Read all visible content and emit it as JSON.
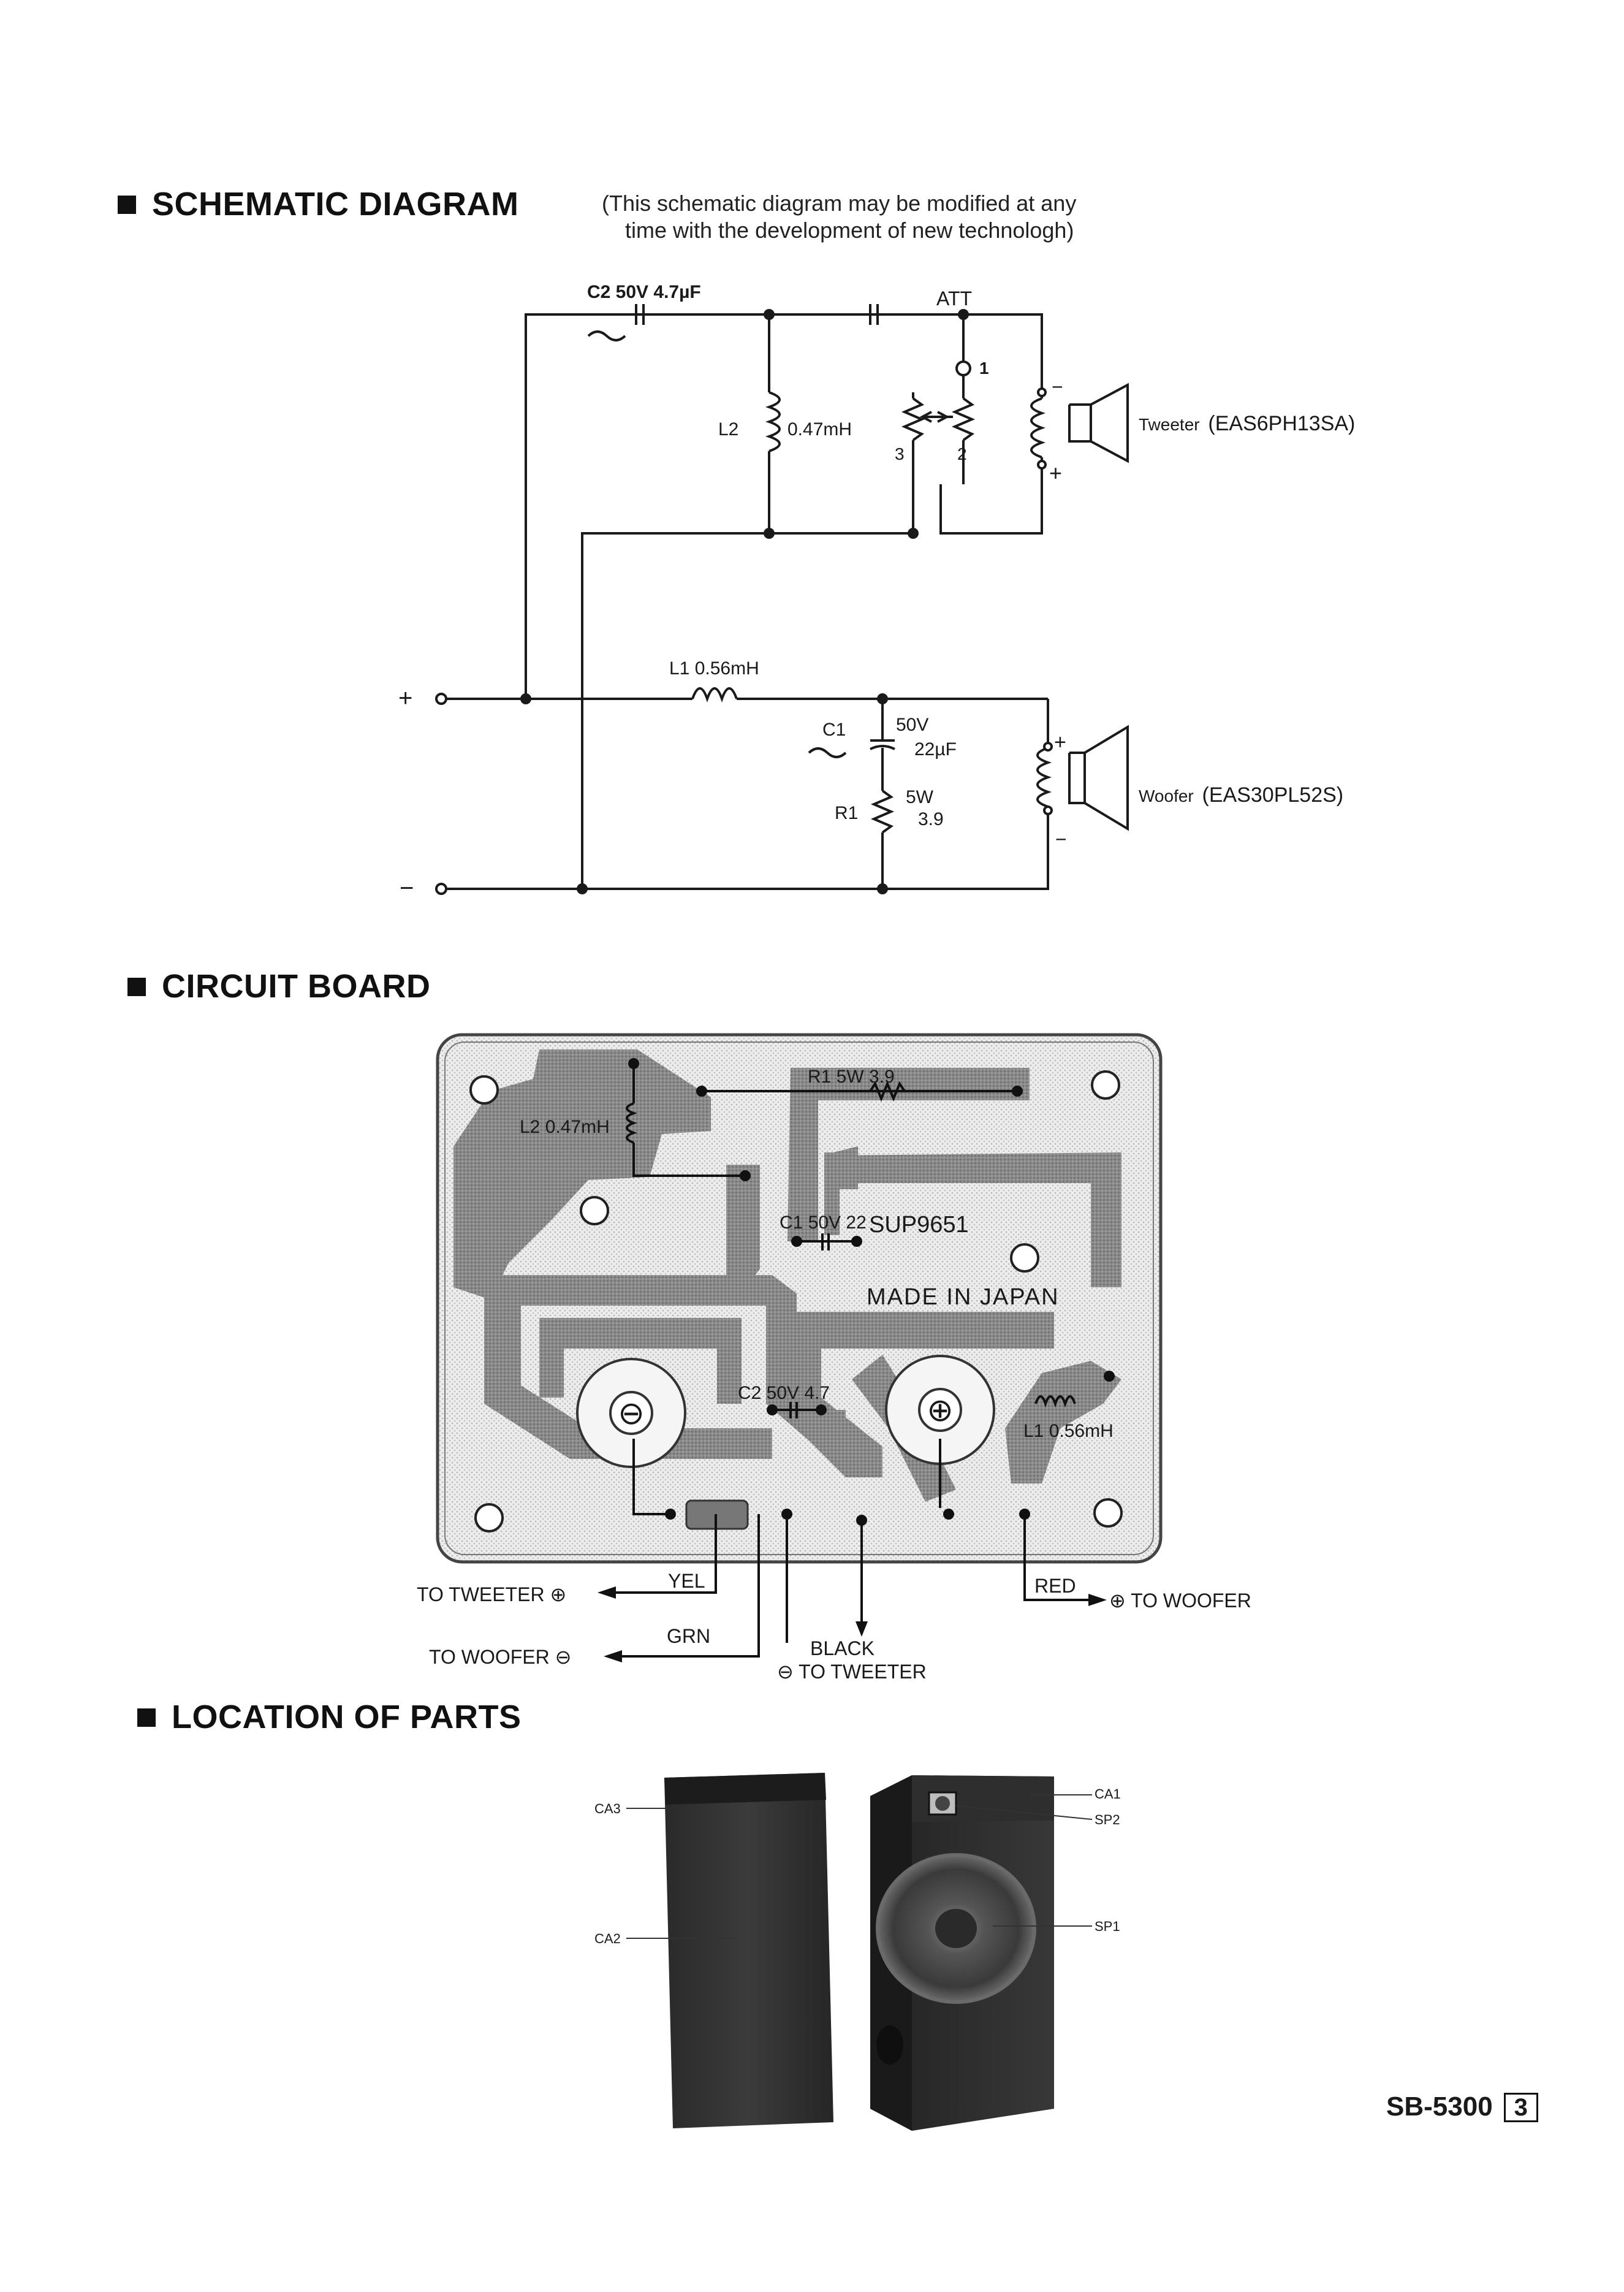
{
  "sections": {
    "schematic": {
      "title": "SCHEMATIC DIAGRAM",
      "note_line1": "(This schematic diagram may be modified at any",
      "note_line2": "time with the development of new technologh)"
    },
    "circuit_board": {
      "title": "CIRCUIT BOARD"
    },
    "location": {
      "title": "LOCATION OF PARTS"
    }
  },
  "schematic": {
    "c2_label": "C2 50V 4.7µF",
    "att_label": "ATT",
    "l2_name": "L2",
    "l2_value": "0.47mH",
    "att_pin1": "1",
    "att_pin2": "2",
    "att_pin3": "3",
    "tweeter_label": "Tweeter",
    "tweeter_part": "(EAS6PH13SA)",
    "l1_label": "L1 0.56mH",
    "c1_name": "C1",
    "c1_voltage": "50V",
    "c1_value": "22µF",
    "r1_name": "R1",
    "r1_power": "5W",
    "r1_value": "3.9",
    "woofer_label": "Woofer",
    "woofer_part": "(EAS30PL52S)",
    "plus": "+",
    "minus": "−",
    "tw_minus": "−",
    "tw_plus": "+",
    "wf_plus": "+",
    "wf_minus": "−"
  },
  "board": {
    "r1_label": "R1 5W 3.9",
    "l2_label": "L2 0.47mH",
    "c1_label": "C1 50V 22",
    "board_code": "SUP9651",
    "made_in": "MADE IN JAPAN",
    "c2_label": "C2 50V 4.7",
    "l1_label": "L1 0.56mH",
    "yel": "YEL",
    "to_tweeter_plus": "TO TWEETER ⊕",
    "grn": "GRN",
    "to_woofer_minus": "TO WOOFER ⊖",
    "black": "BLACK",
    "to_tweeter_minus": "⊖ TO TWEETER",
    "red": "RED",
    "to_woofer_plus": "⊕ TO WOOFER",
    "terminal_minus": "⊖",
    "terminal_plus": "⊕"
  },
  "parts": {
    "ca1": "CA1",
    "ca2": "CA2",
    "ca3": "CA3",
    "sp1": "SP1",
    "sp2": "SP2"
  },
  "footer": {
    "model": "SB-5300",
    "page": "3"
  }
}
